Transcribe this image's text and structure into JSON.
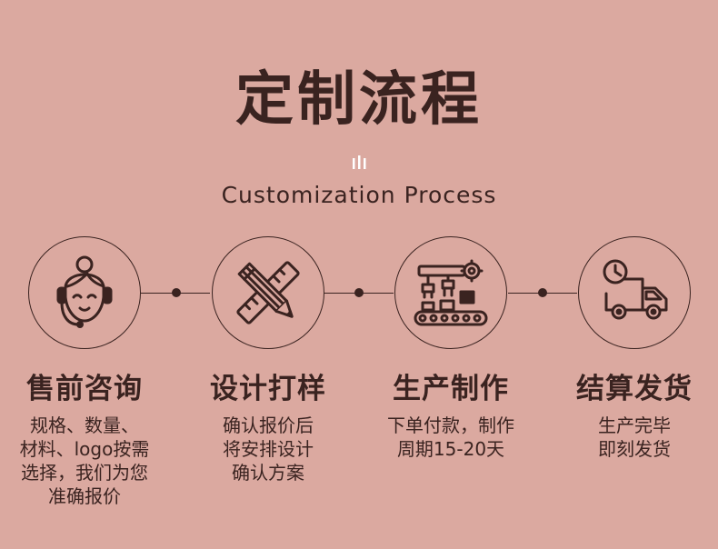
{
  "header": {
    "title": "定制流程",
    "subtitle": "Customization Process"
  },
  "steps": [
    {
      "title": "售前咨询",
      "lines": [
        "规格、数量、",
        "材料、logo按需",
        "选择，我们为您",
        "准确报价"
      ],
      "icon": "customer-service-icon"
    },
    {
      "title": "设计打样",
      "lines": [
        "确认报价后",
        "将安排设计",
        "确认方案"
      ],
      "icon": "pencil-ruler-icon"
    },
    {
      "title": "生产制作",
      "lines": [
        "下单付款，制作",
        "周期15-20天"
      ],
      "icon": "factory-conveyor-icon"
    },
    {
      "title": "结算发货",
      "lines": [
        "生产完毕",
        "即刻发货"
      ],
      "icon": "delivery-truck-icon"
    }
  ],
  "colors": {
    "background": "#dba9a0",
    "ink": "#3a2320",
    "accent": "#ffffff"
  }
}
